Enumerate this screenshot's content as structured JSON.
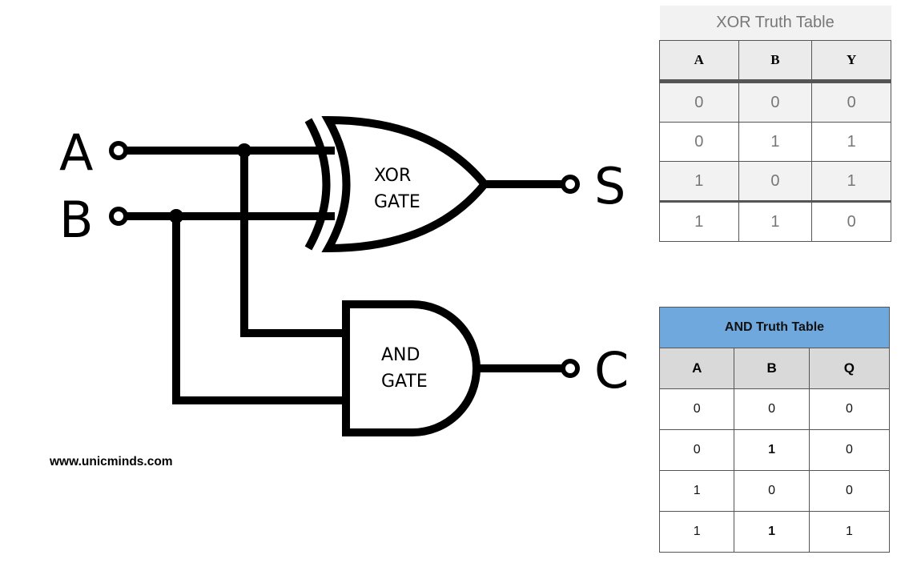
{
  "circuit": {
    "inputs": [
      "A",
      "B"
    ],
    "outputs": [
      "S",
      "C"
    ],
    "xor_gate": [
      "XOR",
      "GATE"
    ],
    "and_gate": [
      "AND",
      "GATE"
    ]
  },
  "xor_table": {
    "title": "XOR Truth Table",
    "headers": [
      "A",
      "B",
      "Y"
    ],
    "rows": [
      [
        "0",
        "0",
        "0"
      ],
      [
        "0",
        "1",
        "1"
      ],
      [
        "1",
        "0",
        "1"
      ],
      [
        "1",
        "1",
        "0"
      ]
    ],
    "header_color": "#00a2e8"
  },
  "and_table": {
    "title": "AND Truth Table",
    "headers": [
      "A",
      "B",
      "Q"
    ],
    "rows": [
      [
        "0",
        "0",
        "0"
      ],
      [
        "0",
        "1",
        "0"
      ],
      [
        "1",
        "0",
        "0"
      ],
      [
        "1",
        "1",
        "1"
      ]
    ],
    "header_color": "#6fa8dc"
  },
  "website": "www.unicminds.com"
}
